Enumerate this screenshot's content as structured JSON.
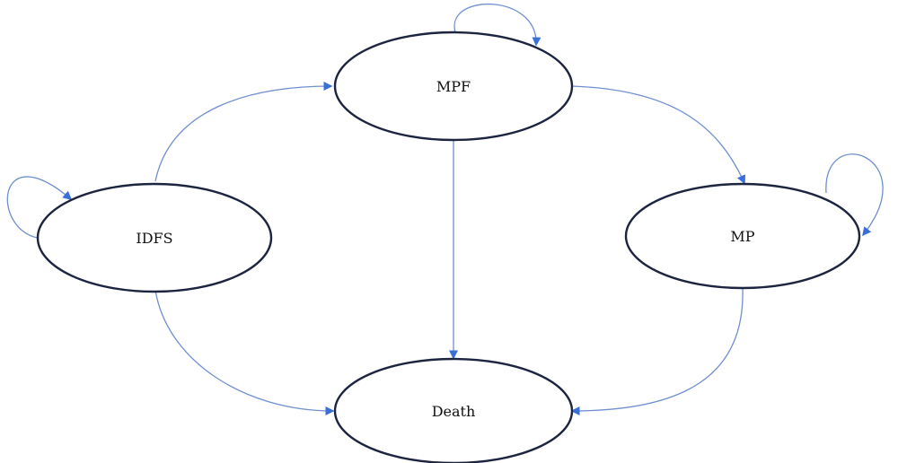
{
  "diagram": {
    "type": "state-transition",
    "colors": {
      "node_stroke": "#1c2440",
      "edge": "#6f8fd0",
      "arrowhead": "#3a6fd8"
    },
    "nodes": {
      "mpf": {
        "label": "MPF"
      },
      "idfs": {
        "label": "IDFS"
      },
      "mp": {
        "label": "MP"
      },
      "death": {
        "label": "Death"
      }
    },
    "edges": [
      {
        "from": "MPF",
        "to": "MPF"
      },
      {
        "from": "IDFS",
        "to": "IDFS"
      },
      {
        "from": "MP",
        "to": "MP"
      },
      {
        "from": "IDFS",
        "to": "MPF"
      },
      {
        "from": "MPF",
        "to": "MP"
      },
      {
        "from": "MPF",
        "to": "Death"
      },
      {
        "from": "IDFS",
        "to": "Death"
      },
      {
        "from": "MP",
        "to": "Death"
      }
    ]
  }
}
